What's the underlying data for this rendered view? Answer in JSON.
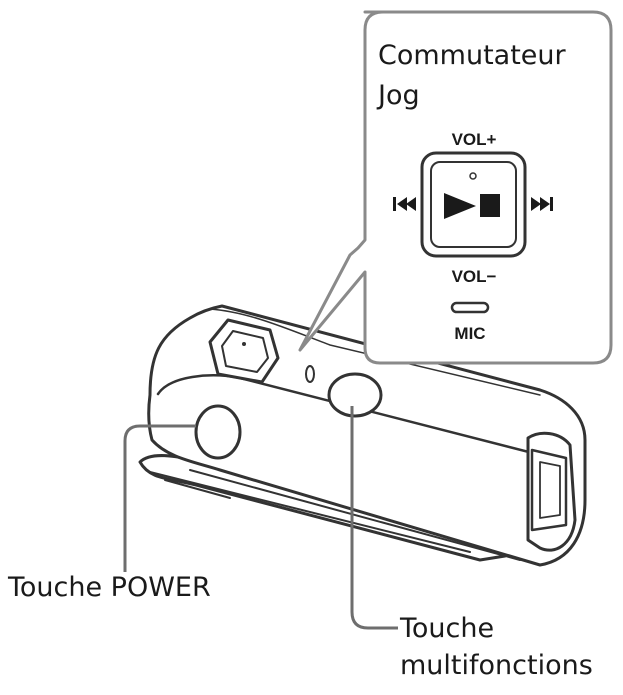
{
  "callout": {
    "title_line1": "Commutateur",
    "title_line2": "Jog",
    "vol_plus": "VOL+",
    "vol_minus": "VOL−",
    "mic": "MIC"
  },
  "labels": {
    "power": "Touche POWER",
    "multi_line1": "Touche",
    "multi_line2": "multifonctions"
  },
  "icons": {
    "previous": "previous-track-icon",
    "next": "next-track-icon",
    "play_stop": "play-stop-icon"
  },
  "colors": {
    "outline": "#3a3a3a",
    "callout_border": "#8a8a8a",
    "leader": "#6e6e6e"
  }
}
